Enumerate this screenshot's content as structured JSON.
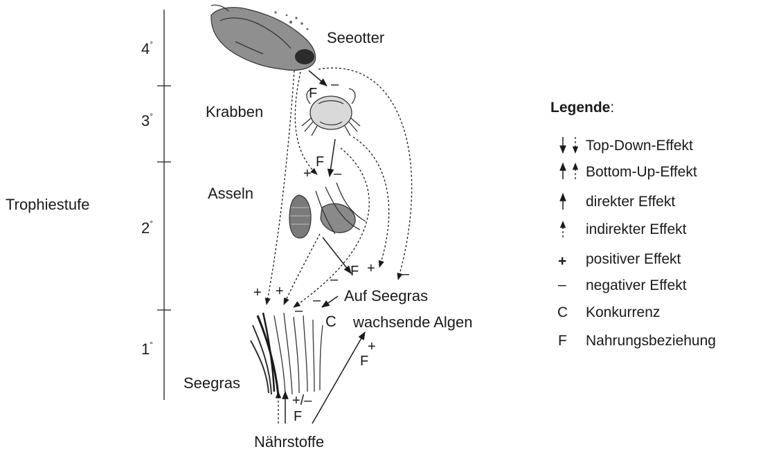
{
  "axis": {
    "label": "Trophiestufe",
    "levels": [
      {
        "main": "4",
        "deg": "°"
      },
      {
        "main": "3",
        "deg": "°"
      },
      {
        "main": "2",
        "deg": "°"
      },
      {
        "main": "1",
        "deg": "°"
      }
    ]
  },
  "organisms": {
    "seeotter": "Seeotter",
    "krabben": "Krabben",
    "asseln": "Asseln",
    "algae_line1": "Auf Seegras",
    "algae_line2": "wachsende Algen",
    "seegras": "Seegras",
    "naehrstoffe": "Nährstoffe"
  },
  "effect_labels": {
    "otter_crab_F": "F",
    "otter_crab_sign": "–",
    "crab_isopod_F": "F",
    "isopod_plus": "+",
    "isopod_minus": "–",
    "isopod_algae_minus": "–",
    "isopod_algae_F": "F",
    "algae_plus": "+",
    "algae_minus": "–",
    "seegras_plus1": "+",
    "seegras_plus2": "+",
    "seegras_minus1": "–",
    "seegras_minus2": "–",
    "competition_C": "C",
    "nutr_seegras_sign": "+/–",
    "nutr_seegras_F": "F",
    "nutr_algae_sign": "+",
    "nutr_algae_F": "F"
  },
  "legend": {
    "title": "Legende",
    "colon": ":",
    "items": [
      {
        "symbol": "",
        "text": "Top-Down-Effekt"
      },
      {
        "symbol": "",
        "text": "Bottom-Up-Effekt"
      },
      {
        "symbol": "",
        "text": "direkter Effekt"
      },
      {
        "symbol": "",
        "text": "indirekter Effekt"
      },
      {
        "symbol": "+",
        "text": "positiver Effekt"
      },
      {
        "symbol": "–",
        "text": "negativer Effekt"
      },
      {
        "symbol": "C",
        "text": "Konkurrenz"
      },
      {
        "symbol": "F",
        "text": "Nahrungsbeziehung"
      }
    ]
  }
}
